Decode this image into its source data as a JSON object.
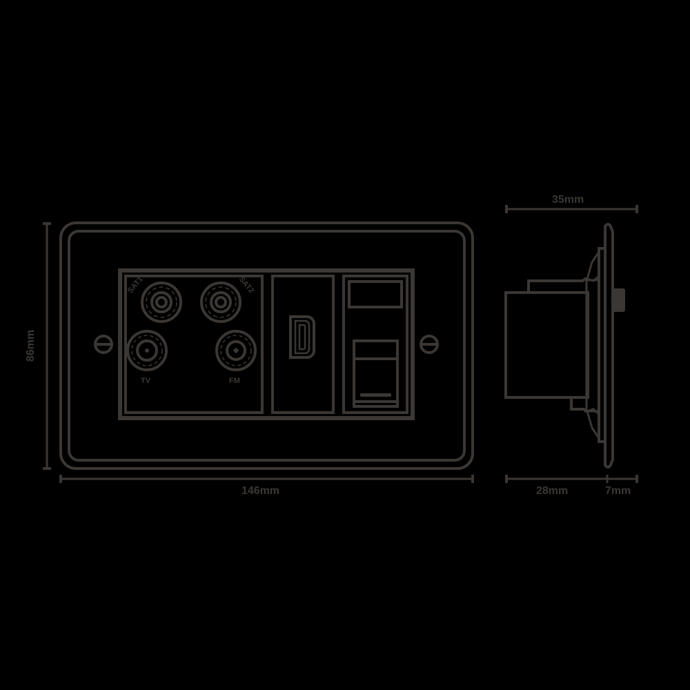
{
  "diagram": {
    "title": "",
    "colors": {
      "background": "#000000",
      "line": "#3b3734"
    },
    "front_view": {
      "width_label": "146mm",
      "height_label": "86mm",
      "modules": [
        {
          "name": "tv-fm-sat-module",
          "sockets": [
            {
              "type": "f-connector",
              "label": "SAT1"
            },
            {
              "type": "f-connector",
              "label": "SAT2"
            },
            {
              "type": "coax",
              "label": "TV"
            },
            {
              "type": "coax",
              "label": "FM"
            }
          ]
        },
        {
          "name": "hdmi-module",
          "sockets": [
            {
              "type": "hdmi",
              "label": ""
            }
          ]
        },
        {
          "name": "data-module",
          "sockets": [
            {
              "type": "rj45",
              "label": ""
            }
          ]
        }
      ],
      "screws": 2
    },
    "side_view": {
      "depth_total_label": "35mm",
      "depth_back_label": "28mm",
      "plate_thickness_label": "7mm"
    }
  }
}
